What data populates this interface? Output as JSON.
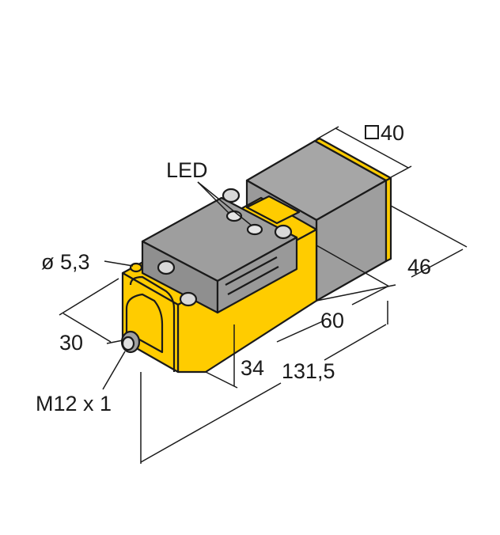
{
  "diagram": {
    "title": "Inductive proximity sensor dimensional drawing",
    "colors": {
      "housing_yellow": "#FFCC00",
      "body_gray": "#9E9E9E",
      "body_gray_light": "#A9A9A9",
      "outline": "#1A1A1A",
      "screw": "#D8D8D8"
    },
    "labels": {
      "led": "LED",
      "square_40": "40",
      "square_symbol": "□",
      "hole_diameter": "ø 5,3",
      "dim_46": "46",
      "dim_60": "60",
      "dim_30": "30",
      "dim_34": "34",
      "dim_131_5": "131,5",
      "connector": "M12 x 1"
    }
  }
}
